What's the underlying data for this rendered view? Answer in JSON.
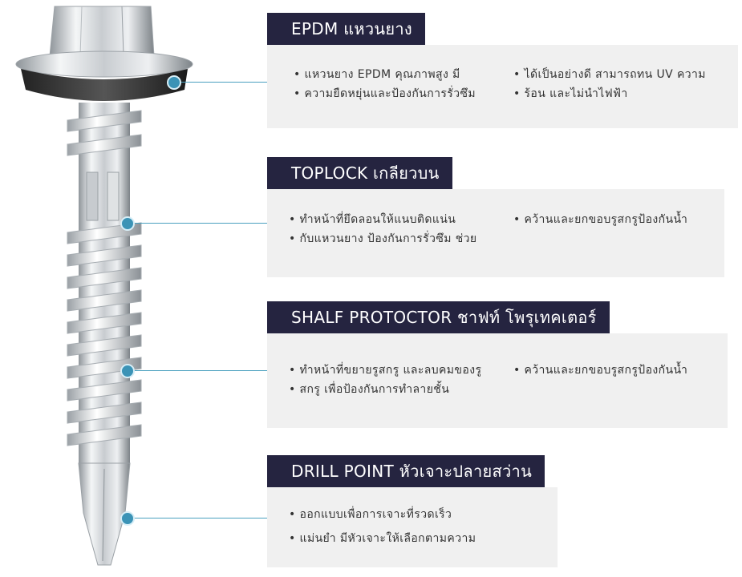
{
  "sections": [
    {
      "title": "EPDM แหวนยาง",
      "col1": [
        "แหวนยาง EPDM คุณภาพสูง มี",
        "ความยืดหยุ่นและป้องกันการรั่วซึม"
      ],
      "col2": [
        "ได้เป็นอย่างดี สามารถทน UV ความ",
        "ร้อน และไม่นำไฟฟ้า"
      ]
    },
    {
      "title": "TOPLOCK เกลียวบน",
      "col1": [
        "ทำหน้าที่ยึดลอนให้แนบติดแน่น",
        "กับแหวนยาง ป้องกันการรั่วซึม ช่วย"
      ],
      "col2": [
        "คว้านและยกขอบรูสกรูป้องกันน้ำ"
      ]
    },
    {
      "title": "SHALF PROTOCTOR ชาฟท์ โพรุเทคเตอร์",
      "col1": [
        "ทำหน้าที่ขยายรูสกรู และลบคมของรู",
        "สกรู เพื่อป้องกันการทำลายชั้น"
      ],
      "col2": [
        "คว้านและยกขอบรูสกรูป้องกันน้ำ"
      ]
    },
    {
      "title": "DRILL POINT หัวเจาะปลายสว่าน",
      "col1": [
        "ออกแบบเพื่อการเจาะที่รวดเร็ว",
        "แม่นยำ มีหัวเจาะให้เลือกตามความ"
      ],
      "col2": []
    }
  ],
  "colors": {
    "title_bg": "#252440",
    "panel_bg": "#f0f0f0",
    "accent": "#3b93b6"
  }
}
